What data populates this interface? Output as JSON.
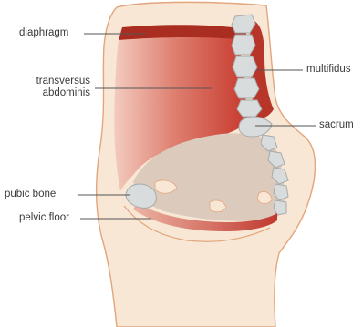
{
  "labels": {
    "diaphragm": "diaphragm",
    "transversus_line1": "transversus",
    "transversus_line2": "abdominis",
    "pubic_bone": "pubic bone",
    "pelvic_floor": "pelvic floor",
    "multifidus": "multifidus",
    "sacrum": "sacrum"
  },
  "colors": {
    "skin": "#f8e7d5",
    "skin_outline": "#e3a57c",
    "muscle_dark": "#a92d20",
    "muscle": "#c9443a",
    "muscle_light": "#f1c0b2",
    "pelvic_cavity": "#dccbbd",
    "bone": "#d9dcdc",
    "bone_outline": "#a7aaaa",
    "leader_line": "#555555",
    "label_text": "#3a3a3a"
  }
}
